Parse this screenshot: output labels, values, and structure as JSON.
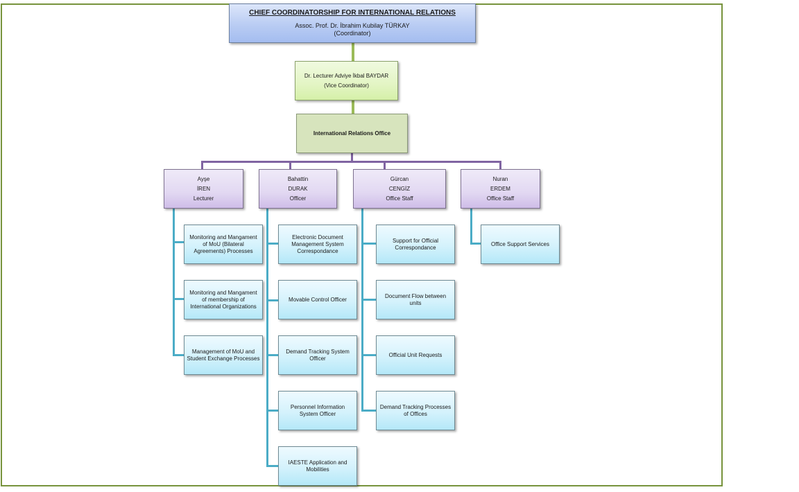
{
  "chart": {
    "top": {
      "title": "CHIEF COORDINATORSHIP FOR INTERNATIONAL RELATIONS",
      "name": "Assoc. Prof. Dr. İbrahim Kubilay TÜRKAY",
      "role": "(Coordinator)"
    },
    "vice": {
      "name": "Dr. Lecturer Adviye İkbal BAYDAR",
      "role": "(Vice Coordinator)"
    },
    "office": {
      "label": "International  Relations  Office"
    },
    "staff": [
      {
        "first_name": "Ayşe",
        "last_name": "İREN",
        "title": "Lecturer",
        "tasks": [
          "Monitoring and Mangament of MoU (Bilateral Agreements)  Processes",
          "Monitoring and Mangament of membership  of International  Organizations",
          "Management  of MoU and Student Exchange  Processes"
        ]
      },
      {
        "first_name": "Bahattin",
        "last_name": "DURAK",
        "title": "Officer",
        "tasks": [
          "Electronic  Document Management  System Correspondance",
          "Movable Control Officer",
          "Demand Tracking System Officer",
          "Personnel Information System  Officer",
          "IAESTE  Application and Mobilities"
        ]
      },
      {
        "first_name": "Gürcan",
        "last_name": "CENGİZ",
        "title": "Office Staff",
        "tasks": [
          "Support for Official Correspondance",
          "Document Flow between units",
          "Official Unit Requests",
          "Demand Tracking Processes of Offices"
        ]
      },
      {
        "first_name": "Nuran",
        "last_name": "ERDEM",
        "title": "Office Staff",
        "tasks": [
          "Office Support Services"
        ]
      }
    ]
  },
  "colors": {
    "frame": "#77933c",
    "green_connector": "#9bbb59",
    "purple_connector": "#8064a2",
    "teal_connector": "#4bacc6"
  }
}
